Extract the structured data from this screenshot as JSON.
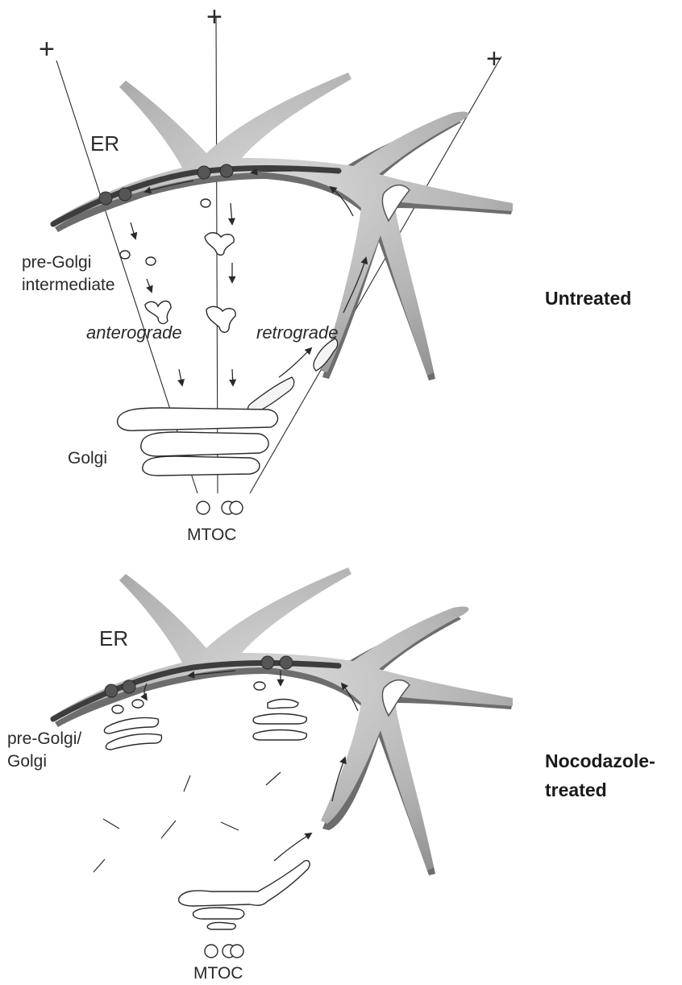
{
  "panels": {
    "untreated": {
      "condition_label": "Untreated",
      "er_label": "ER",
      "intermediate_label": "pre-Golgi\nintermediate",
      "anterograde_label": "anterograde",
      "retrograde_label": "retrograde",
      "golgi_label": "Golgi",
      "mtoc_label": "MTOC",
      "plus_end_label": "+"
    },
    "nocodazole": {
      "condition_label": "Nocodazole-\ntreated",
      "er_label": "ER",
      "pregolgi_label": "pre-Golgi/\nGolgi",
      "mtoc_label": "MTOC"
    }
  }
}
